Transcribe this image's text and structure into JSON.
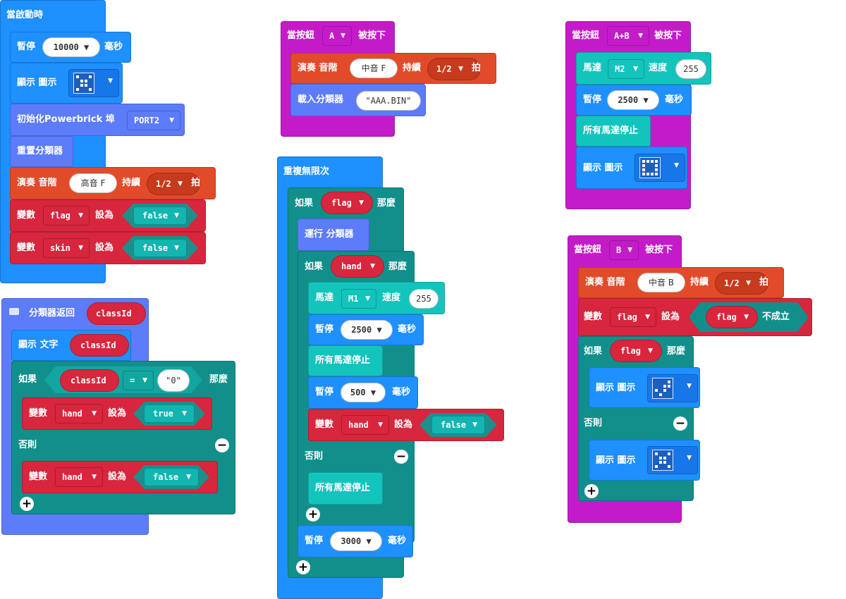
{
  "colors": {
    "basic": "#1e90ff",
    "events": "#c41bc9",
    "music": "#e24b2a",
    "vars": "#d7263d",
    "logic": "#128f8b",
    "motor": "#13c4bd",
    "ai": "#5c7cfa"
  },
  "on_start": {
    "title": "當啟動時",
    "pause": {
      "label": "暫停",
      "value": "10000",
      "unit": "毫秒"
    },
    "show_icon": {
      "label": "顯示 圖示"
    },
    "init": {
      "label": "初始化Powerbrick 埠",
      "port": "PORT2"
    },
    "reset": {
      "label": "重置分類器"
    },
    "play": {
      "label": "演奏 音階",
      "note": "高音 F",
      "dur_label": "持續",
      "beat": "1/2",
      "beat_unit": "拍"
    },
    "set1": {
      "label": "變數",
      "var": "flag",
      "set_label": "設為",
      "value": "false"
    },
    "set2": {
      "label": "變數",
      "var": "skin",
      "set_label": "設為",
      "value": "false"
    }
  },
  "classifier": {
    "title": "分類器返回",
    "param": "classId",
    "show_text": {
      "label": "顯示 文字",
      "var": "classId"
    },
    "if": {
      "label": "如果",
      "var": "classId",
      "op": "=",
      "value": "\"0\"",
      "then": "那麼"
    },
    "set_true": {
      "label": "變數",
      "var": "hand",
      "set_label": "設為",
      "value": "true"
    },
    "else": "否則",
    "set_false": {
      "label": "變數",
      "var": "hand",
      "set_label": "設為",
      "value": "false"
    }
  },
  "button_a": {
    "title": "當按鈕",
    "button": "A",
    "pressed": "被按下",
    "play": {
      "label": "演奏 音階",
      "note": "中音 F",
      "dur_label": "持續",
      "beat": "1/2",
      "beat_unit": "拍"
    },
    "load": {
      "label": "載入分類器",
      "file": "\"AAA.BIN\""
    }
  },
  "forever": {
    "title": "重複無限次",
    "if1": {
      "label": "如果",
      "var": "flag",
      "then": "那麼"
    },
    "run": "運行 分類器",
    "if2": {
      "label": "如果",
      "var": "hand",
      "then": "那麼"
    },
    "motor": {
      "label": "馬達",
      "port": "M1",
      "speed_label": "速度",
      "speed": "255"
    },
    "pause1": {
      "label": "暫停",
      "value": "2500",
      "unit": "毫秒"
    },
    "stop1": "所有馬達停止",
    "pause2": {
      "label": "暫停",
      "value": "500",
      "unit": "毫秒"
    },
    "set": {
      "label": "變數",
      "var": "hand",
      "set_label": "設為",
      "value": "false"
    },
    "else": "否則",
    "stop2": "所有馬達停止",
    "pause3": {
      "label": "暫停",
      "value": "3000",
      "unit": "毫秒"
    }
  },
  "button_ab": {
    "title": "當按鈕",
    "button": "A+B",
    "pressed": "被按下",
    "motor": {
      "label": "馬達",
      "port": "M2",
      "speed_label": "速度",
      "speed": "255"
    },
    "pause": {
      "label": "暫停",
      "value": "2500",
      "unit": "毫秒"
    },
    "stop": "所有馬達停止",
    "show": {
      "label": "顯示 圖示"
    }
  },
  "button_b": {
    "title": "當按鈕",
    "button": "B",
    "pressed": "被按下",
    "play": {
      "label": "演奏 音階",
      "note": "中音 B",
      "dur_label": "持續",
      "beat": "1/2",
      "beat_unit": "拍"
    },
    "set": {
      "label": "變數",
      "var": "flag",
      "set_label": "設為",
      "var2": "flag",
      "not": "不成立"
    },
    "if": {
      "label": "如果",
      "var": "flag",
      "then": "那麼"
    },
    "show1": {
      "label": "顯示 圖示"
    },
    "else": "否則",
    "show2": {
      "label": "顯示 圖示"
    }
  }
}
